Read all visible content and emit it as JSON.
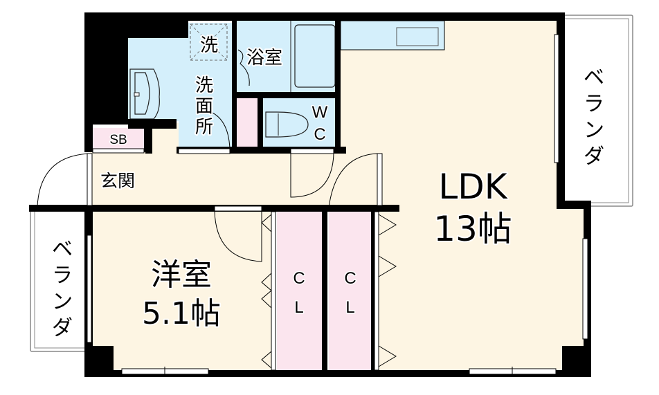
{
  "floorplan": {
    "colors": {
      "wall": "#000000",
      "living": "#fdf5e3",
      "wet": "#d4effb",
      "storage": "#fbe5ee",
      "balcony": "#ffffff",
      "background": "#ffffff"
    },
    "rooms": {
      "ldk": {
        "name": "LDK",
        "size": "13帖"
      },
      "western": {
        "name": "洋室",
        "size": "5.1帖"
      },
      "bath": {
        "name": "浴室"
      },
      "washroom": {
        "line1": "洗",
        "line2": "面",
        "line3": "所"
      },
      "laundry": {
        "name": "洗"
      },
      "wc": {
        "line1": "W",
        "line2": "C"
      },
      "entrance": {
        "name": "玄関"
      },
      "shoe_box": {
        "name": "SB"
      },
      "closet1": {
        "line1": "C",
        "line2": "L"
      },
      "closet2": {
        "line1": "C",
        "line2": "L"
      },
      "balcony_east": {
        "c1": "ベ",
        "c2": "ラ",
        "c3": "ン",
        "c4": "ダ"
      },
      "balcony_west": {
        "c1": "ベ",
        "c2": "ラ",
        "c3": "ン",
        "c4": "ダ"
      }
    }
  }
}
